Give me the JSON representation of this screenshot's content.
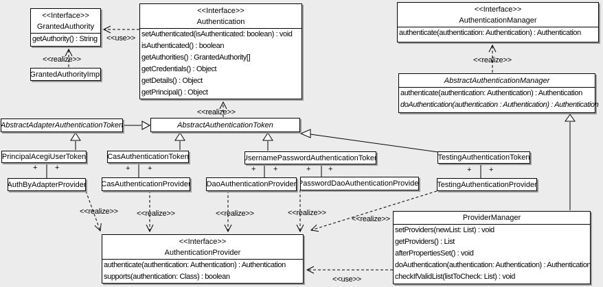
{
  "background": "#ececec",
  "labels": {
    "use": "<<use>>",
    "realize": "<<realize>>",
    "plus": "+"
  },
  "classes": {
    "granted_authority": {
      "stereotype": "<<Interface>>",
      "name": "GrantedAuthority",
      "methods": [
        "getAuthority() : String"
      ]
    },
    "granted_authority_impl": {
      "name": "GrantedAuthorityImpl"
    },
    "authentication": {
      "stereotype": "<<Interface>>",
      "name": "Authentication",
      "methods": [
        "setAuthenticated(isAuthenticated: boolean) : void",
        "isAuthenticated() : boolean",
        "getAuthorities() : GrantedAuthority[]",
        "getCredentials() : Object",
        "getDetails() : Object",
        "getPrincipal() : Object"
      ]
    },
    "authentication_manager": {
      "stereotype": "<<Interface>>",
      "name": "AuthenticationManager",
      "methods": [
        "authenticate(authentication: Authentication) : Authentication"
      ]
    },
    "abstract_authentication_manager": {
      "name": "AbstractAuthenticationManager",
      "methods": [
        "authenticate(authentication: Authentication) : Authentication",
        "doAuthentication(authentication : Authentication) : Authentication"
      ]
    },
    "abstract_adapter_authentication_token": {
      "name": "AbstractAdapterAuthenticationToken"
    },
    "abstract_authentication_token": {
      "name": "AbstractAuthenticationToken"
    },
    "principal_acegi_user_token": {
      "name": "PrincipalAcegiUserToken"
    },
    "cas_authentication_token": {
      "name": "CasAuthenticationToken"
    },
    "username_password_authentication_token": {
      "name": "UsernamePasswordAuthenticationToken"
    },
    "testing_authentication_token": {
      "name": "TestingAuthenticationToken"
    },
    "auth_by_adapter_provider": {
      "name": "AuthByAdapterProvider"
    },
    "cas_authentication_provider": {
      "name": "CasAuthenticationProvider"
    },
    "dao_authentication_provider": {
      "name": "DaoAuthenticationProvider"
    },
    "password_dao_authentication_provider": {
      "name": "PasswordDaoAuthenticationProvider"
    },
    "testing_authentication_provider": {
      "name": "TestingAuthenticationProvider"
    },
    "authentication_provider": {
      "stereotype": "<<Interface>>",
      "name": "AuthenticationProvider",
      "methods": [
        "authenticate(authentication: Authentication) : Authentication",
        "supports(authentication: Class) : boolean"
      ]
    },
    "provider_manager": {
      "name": "ProviderManager",
      "methods": [
        "setProviders(newList: List) : void",
        "getProviders() : List",
        "afterPropertiesSet() : void",
        "doAuthentication(authentication: Authentication) : Authentication",
        "checkIfValidList(listToCheck: List) : void"
      ]
    }
  }
}
